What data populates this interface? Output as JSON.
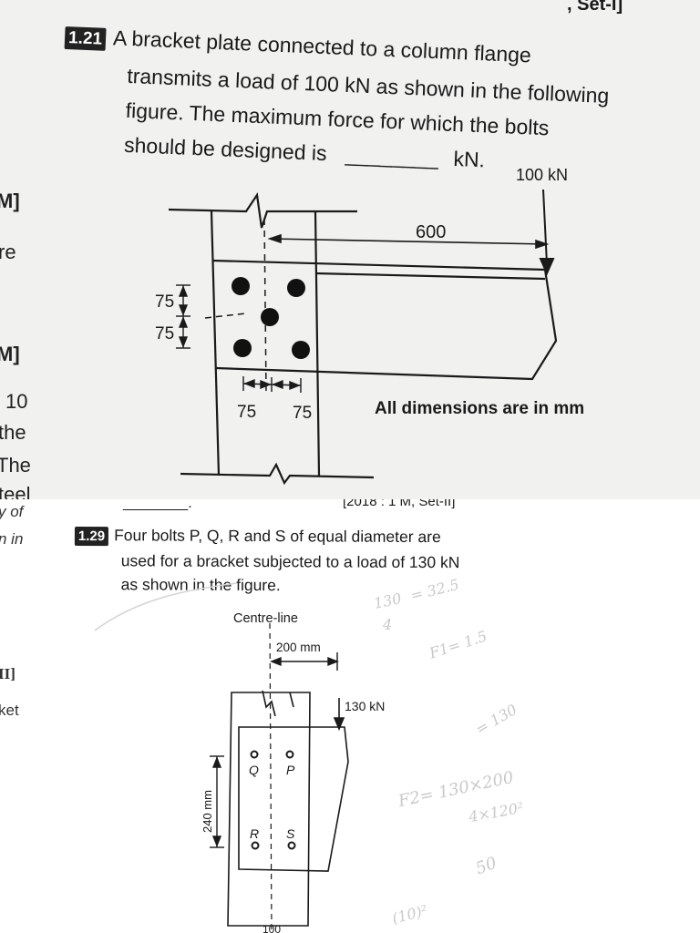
{
  "top_page": {
    "header_fragment": ", Set-I]",
    "margin_text": [
      "M]",
      "re",
      "M]",
      "10",
      "the",
      "The",
      "teel"
    ],
    "question": {
      "number": "1.21",
      "lines": [
        "A bracket plate connected to a column flange",
        "transmits a load of 100 kN as shown in the following",
        "figure. The maximum force for which the bolts",
        "should be designed is"
      ],
      "blank": "________",
      "unit": "kN."
    },
    "figure": {
      "load_label": "100 kN",
      "eccentricity_label": "600",
      "vertical_dims": [
        "75",
        "75"
      ],
      "horizontal_dims": [
        "75",
        "75"
      ],
      "note": "All dimensions are in mm"
    }
  },
  "bottom_page": {
    "margin_text": [
      "y of",
      "n in",
      "II]",
      "ket"
    ],
    "prev_answer_blank": "________.",
    "prev_ref": "[2018 : 1 M, Set-II]",
    "question": {
      "number": "1.29",
      "lines": [
        "Four bolts P, Q, R and S of equal diameter are",
        "used for a bracket subjected to a load of 130 kN",
        "as shown in the figure."
      ]
    },
    "figure": {
      "centre_line_label": "Centre-line",
      "offset_label": "200 mm",
      "load_label": "130 kN",
      "height_label": "240 mm",
      "bolt_labels": [
        "Q",
        "P",
        "R",
        "S"
      ],
      "bottom_label": "100"
    },
    "handwriting": [
      "130",
      "4",
      "= 32.5",
      "F1= 1.5",
      "= 130",
      "F2= 130×200",
      "4×120²",
      "50",
      "(10)²"
    ]
  }
}
